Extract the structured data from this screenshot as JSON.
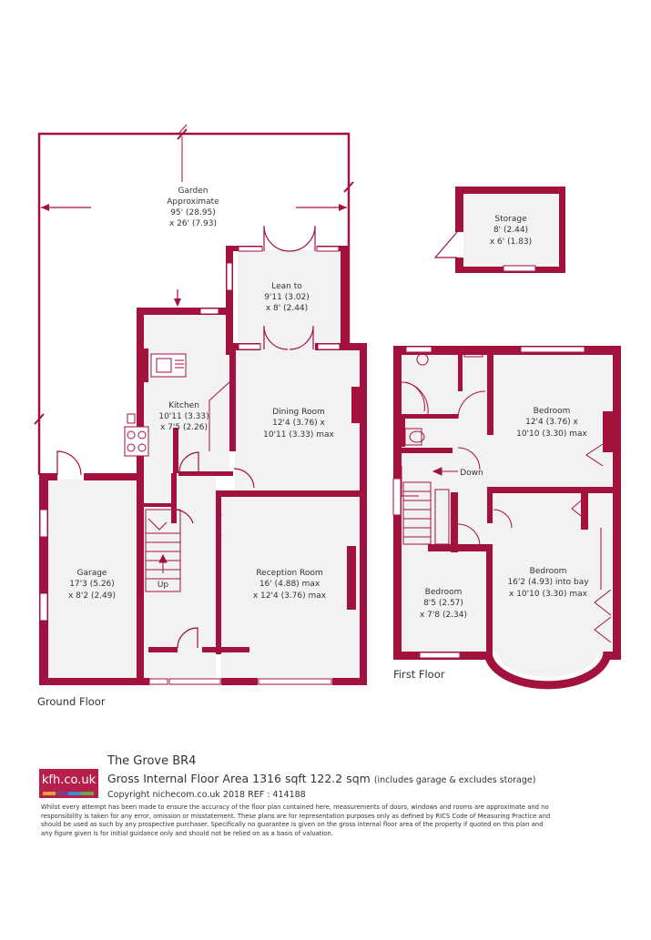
{
  "ground_floor": {
    "label": "Ground Floor",
    "garden": {
      "name": "Garden",
      "sub": "Approximate",
      "dim1": "95' (28.95)",
      "dim2": "x 26' (7.93)"
    },
    "lean_to": {
      "name": "Lean to",
      "dim1": "9'11 (3.02)",
      "dim2": "x 8' (2.44)"
    },
    "kitchen": {
      "name": "Kitchen",
      "dim1": "10'11 (3.33)",
      "dim2": "x 7'5 (2.26)"
    },
    "dining": {
      "name": "Dining Room",
      "dim1": "12'4 (3.76) x",
      "dim2": "10'11 (3.33) max"
    },
    "garage": {
      "name": "Garage",
      "dim1": "17'3 (5.26)",
      "dim2": "x 8'2 (2.49)"
    },
    "reception": {
      "name": "Reception Room",
      "dim1": "16' (4.88) max",
      "dim2": "x 12'4 (3.76) max"
    },
    "stairs_label": "Up"
  },
  "storage": {
    "name": "Storage",
    "dim1": "8' (2.44)",
    "dim2": "x 6' (1.83)"
  },
  "first_floor": {
    "label": "First Floor",
    "bedroom1": {
      "name": "Bedroom",
      "dim1": "12'4 (3.76) x",
      "dim2": "10'10 (3.30) max"
    },
    "bedroom2": {
      "name": "Bedroom",
      "dim1": "16'2 (4.93) into bay",
      "dim2": "x 10'10 (3.30) max"
    },
    "bedroom3": {
      "name": "Bedroom",
      "dim1": "8'5 (2.57)",
      "dim2": "x 7'8 (2.34)"
    },
    "stairs_label": "Down"
  },
  "footer": {
    "title": "The Grove  BR4",
    "area": "Gross Internal Floor Area 1316 sqft 122.2 sqm",
    "area_note": "(includes garage & excludes storage)",
    "copyright": "Copyright nichecom.co.uk 2018 REF : 414188",
    "logo_text": "kfh.co.uk",
    "disclaimer": "Whilst every attempt has been made to ensure the accuracy of the floor plan contained here, measurements of doors, windows and rooms are approximate and no responsibility is taken for any error, omission or misstatement. These plans are for representation purposes only as defined by RICS Code of Measuring Practice and should be used as such by any prospective purchaser. Specifically no guarantee is given on the gross internal floor area of the property if quoted on this plan and any figure given is for initial guidance only and should not be relied on as a basis of valuation."
  },
  "colors": {
    "wall": "#a3123c",
    "floor": "#f2f2f2",
    "logo": "#b51f4a"
  }
}
